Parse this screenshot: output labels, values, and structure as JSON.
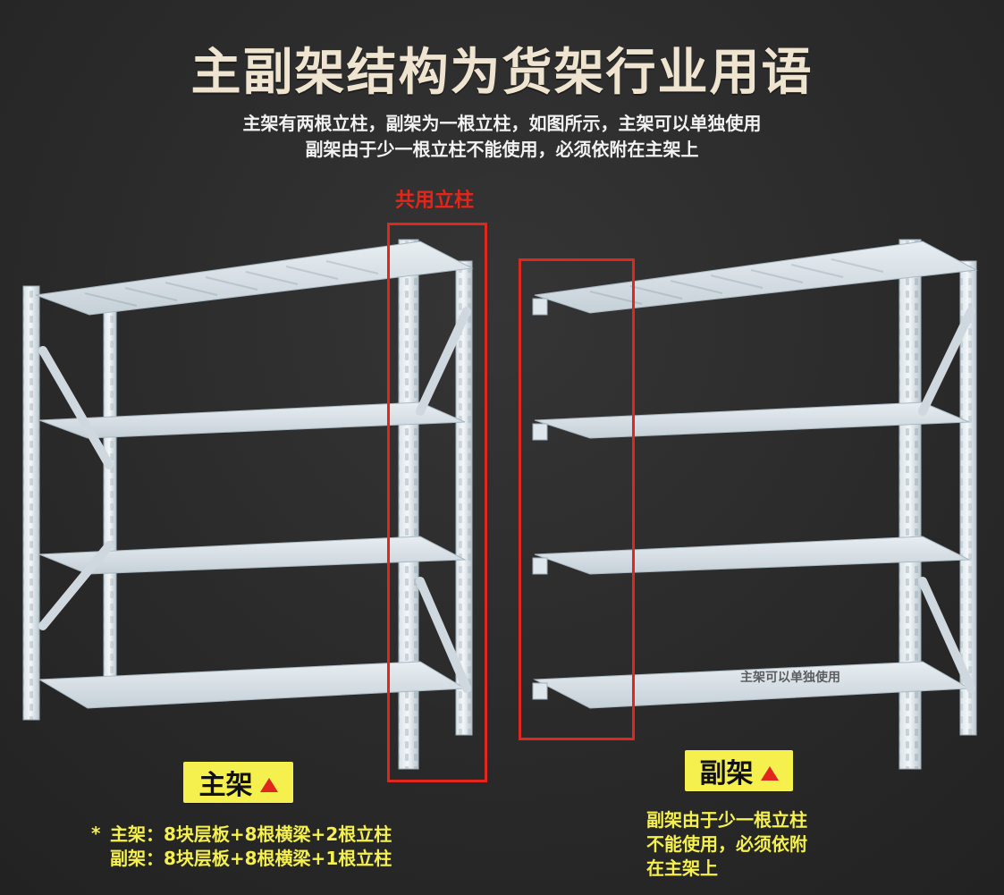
{
  "header": {
    "title": "主副架结构为货架行业用语",
    "subtitle_line1": "主架有两根立柱，副架为一根立柱，如图所示，主架可以单独使用",
    "subtitle_line2": "副架由于少一根立柱不能使用，必须依附在主架上"
  },
  "callouts": {
    "shared_uprights": "共用立柱",
    "overlay_small_text": "主架可以单独使用"
  },
  "badges": {
    "main_label": "主架",
    "sub_label": "副架"
  },
  "notes": {
    "main_row1_prefix": "*",
    "main_row1": "主架：8块层板+8根横梁+2根立柱",
    "main_row2": "副架：8块层板+8根横梁+1根立柱"
  },
  "sub_explanation": {
    "line1": "副架由于少一根立柱",
    "line2": "不能使用，必须依附",
    "line3": "在主架上"
  },
  "colors": {
    "accent_red": "#e1261c",
    "badge_yellow": "#f5f04d"
  }
}
